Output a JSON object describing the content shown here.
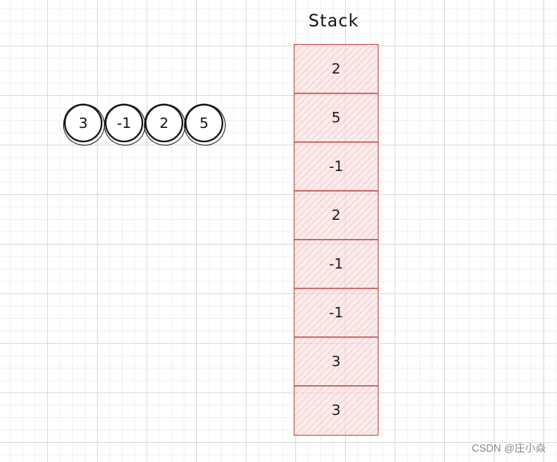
{
  "stack": {
    "title": "Stack",
    "cells": [
      "2",
      "5",
      "-1",
      "2",
      "-1",
      "-1",
      "3",
      "3"
    ]
  },
  "queue": {
    "items": [
      "3",
      "-1",
      "2",
      "5"
    ]
  },
  "watermark": "CSDN @庄小焱",
  "colors": {
    "stack_border": "#c0504d",
    "stack_fill": "#f8dcdc",
    "ink": "#111111"
  }
}
